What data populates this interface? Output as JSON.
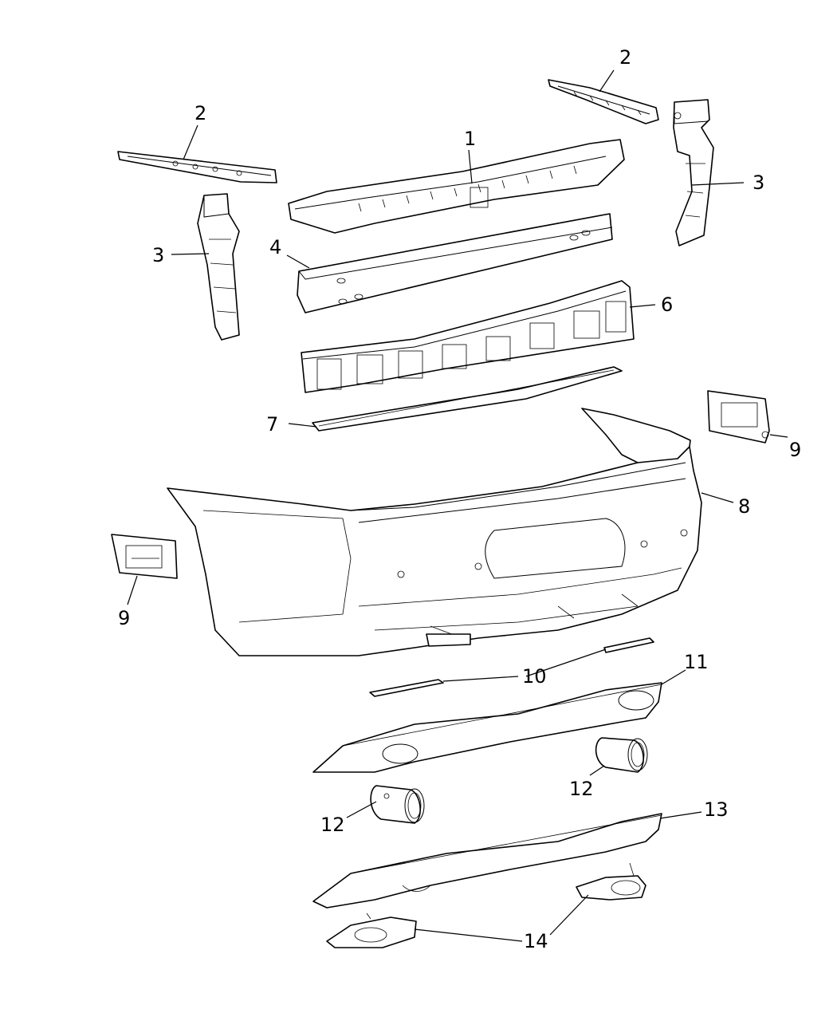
{
  "diagram": {
    "callouts": [
      {
        "id": "c1",
        "label": "1"
      },
      {
        "id": "c2a",
        "label": "2"
      },
      {
        "id": "c2b",
        "label": "2"
      },
      {
        "id": "c3a",
        "label": "3"
      },
      {
        "id": "c3b",
        "label": "3"
      },
      {
        "id": "c4",
        "label": "4"
      },
      {
        "id": "c6",
        "label": "6"
      },
      {
        "id": "c7",
        "label": "7"
      },
      {
        "id": "c8",
        "label": "8"
      },
      {
        "id": "c9a",
        "label": "9"
      },
      {
        "id": "c9b",
        "label": "9"
      },
      {
        "id": "c10",
        "label": "10"
      },
      {
        "id": "c11",
        "label": "11"
      },
      {
        "id": "c12a",
        "label": "12"
      },
      {
        "id": "c12b",
        "label": "12"
      },
      {
        "id": "c13",
        "label": "13"
      },
      {
        "id": "c14",
        "label": "14"
      }
    ]
  }
}
